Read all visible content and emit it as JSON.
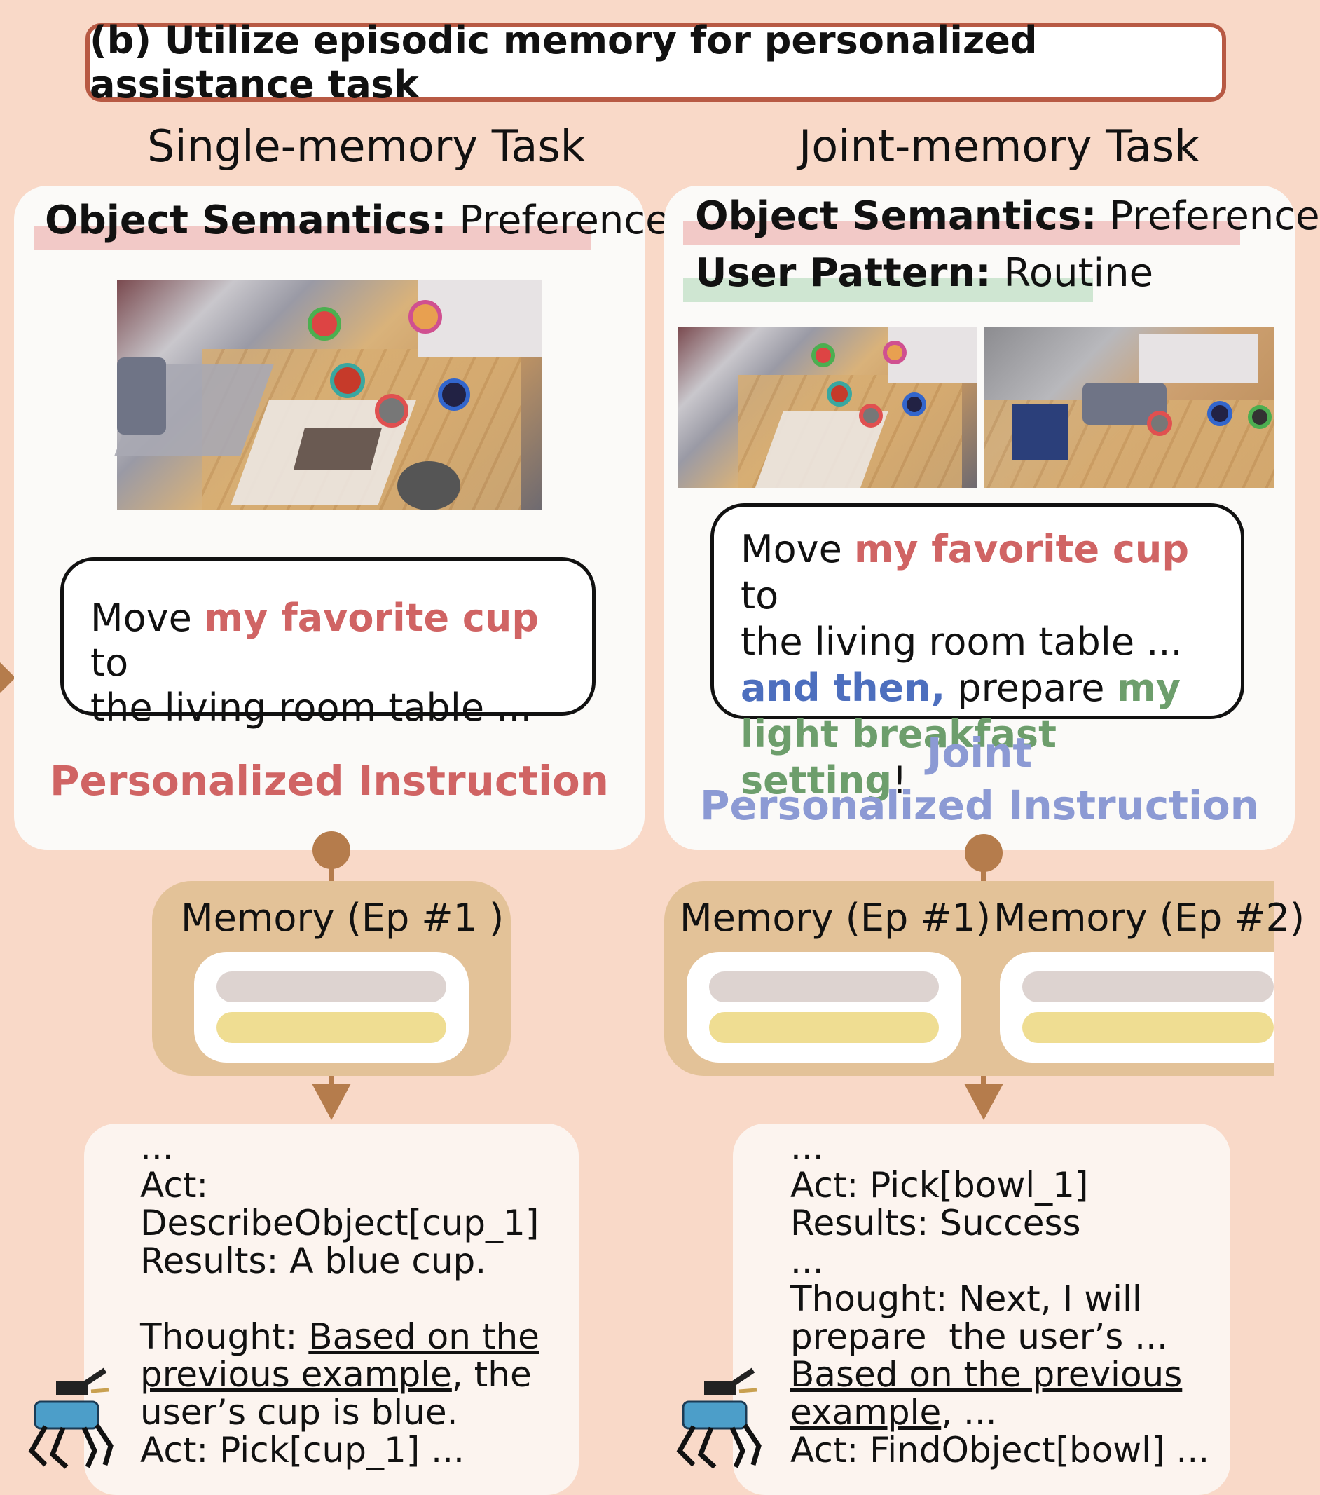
{
  "header": {
    "title": "(b) Utilize episodic memory for personalized assistance task"
  },
  "single": {
    "title": "Single-memory Task",
    "semantics_key": "Object Semantics:",
    "semantics_value": " Preference",
    "instr_pre": "Move ",
    "instr_hl": "my favorite cup",
    "instr_post": " to",
    "instr_line2": "the living room table ...",
    "caption": "Personalized Instruction",
    "memory_label": "Memory (Ep #1 )",
    "log": {
      "l1": "...",
      "l2k": "Act",
      "l2v": ":",
      "l3": "DescribeObject[cup_1]",
      "l4k": "Results:",
      "l4v": " A blue cup.",
      "l5k": "Thought",
      "l5v": ": ",
      "l5u": "Based on the",
      "l6u": "previous example",
      "l6v": ", the",
      "l7": "user’s cup is blue.",
      "l8k": "Act:",
      "l8v": " Pick[cup_1] ..."
    }
  },
  "joint": {
    "title": "Joint-memory Task",
    "semantics_key": "Object Semantics:",
    "semantics_value": " Preference",
    "pattern_key": "User Pattern:",
    "pattern_value": " Routine",
    "i1_pre": "Move ",
    "i1_hl": "my favorite cup",
    "i1_post": " to",
    "i2": "the living room table ...",
    "i3_blue": "and then,",
    "i3_mid": " prepare ",
    "i3_green": "my",
    "i4_green": "light breakfast setting",
    "i4_post": "!",
    "caption1": "Joint",
    "caption2": "Personalized Instruction",
    "memory_label_1": "Memory (Ep #1)",
    "memory_label_2": "Memory (Ep #2)",
    "log": {
      "l1": "...",
      "l2k": "Act",
      "l2v": ": Pick[bowl_1]",
      "l3k": "Results",
      "l3v": ": Success",
      "l4": "...",
      "l5k": "Thought:",
      "l5v": " Next, I will",
      "l6": "prepare  the user’s ...",
      "l7u": "Based on the previous",
      "l8u": "example",
      "l8v": ", ...",
      "l9k": "Act",
      "l9v": ": FindObject[bowl] ..."
    }
  },
  "colors": {
    "background": "#f9d9c8",
    "header_border": "#b85a44",
    "personal_red": "#d06464",
    "joint_blue": "#4d6fbe",
    "routine_green": "#6d9e6c",
    "connector_brown": "#b57c4c",
    "memory_box": "#e3c298",
    "semantics_highlight": "#f2c9c7",
    "pattern_highlight": "#cfe6d2"
  },
  "icons": [
    "robot-dog-icon"
  ]
}
